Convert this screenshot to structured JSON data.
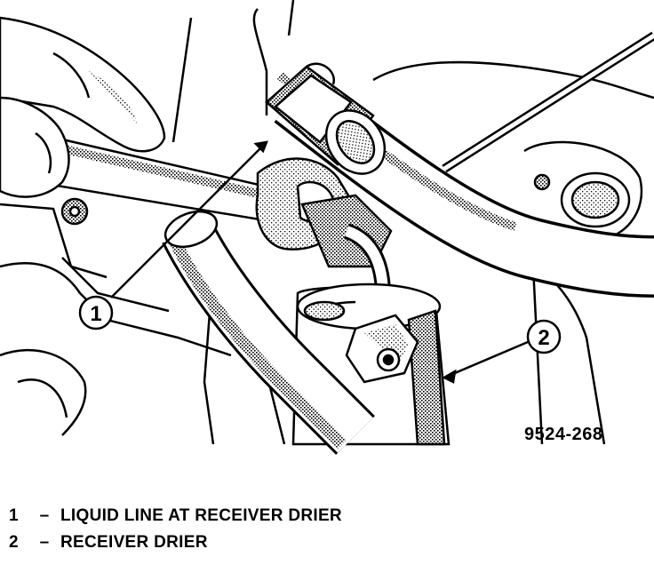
{
  "figure": {
    "id": "9524-268",
    "callouts": [
      {
        "num": "1"
      },
      {
        "num": "2"
      }
    ]
  },
  "legend": [
    {
      "num": "1",
      "dash": "–",
      "text": "LIQUID LINE AT RECEIVER DRIER"
    },
    {
      "num": "2",
      "dash": "–",
      "text": "RECEIVER DRIER"
    }
  ]
}
